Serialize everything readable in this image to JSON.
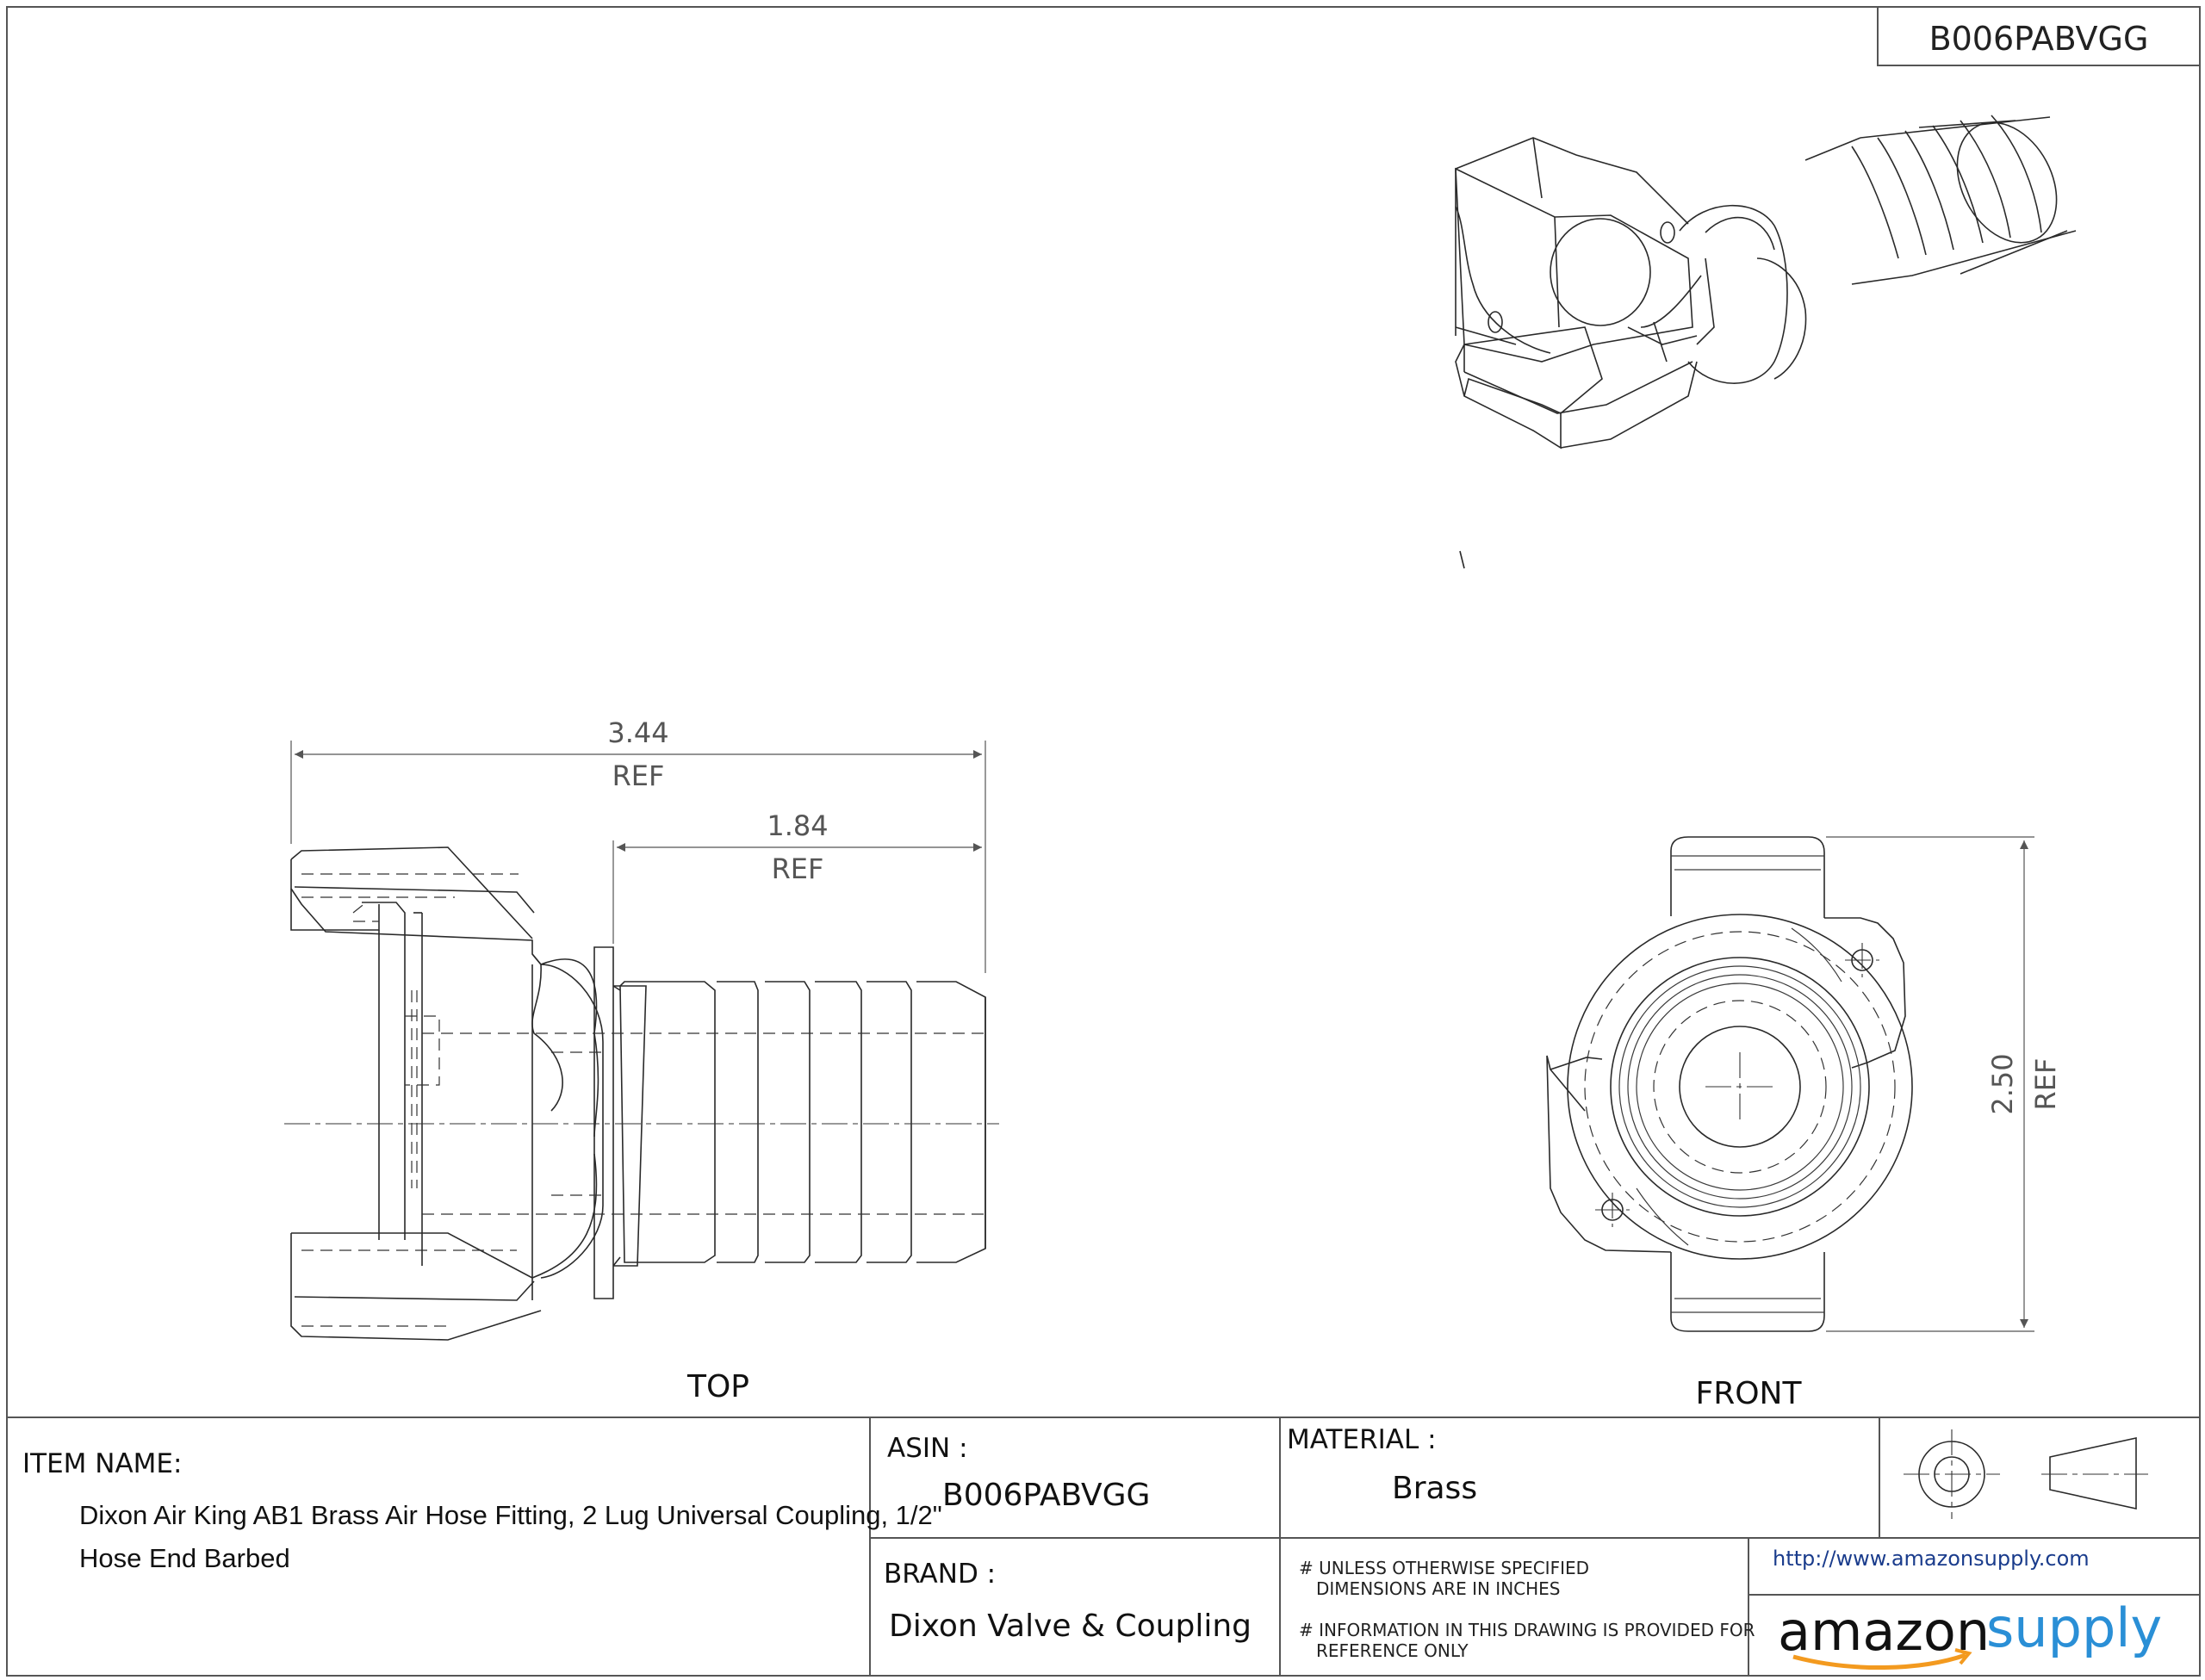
{
  "part_number_box": {
    "text": "B006PABVGG"
  },
  "dimensions": {
    "overall_length": {
      "value": "3.44",
      "note": "REF"
    },
    "hose_end_length": {
      "value": "1.84",
      "note": "REF"
    },
    "overall_height": {
      "value": "2.50",
      "note": "REF"
    }
  },
  "views": {
    "top": "TOP",
    "front": "FRONT"
  },
  "title_block": {
    "item_name_label": "ITEM NAME:",
    "item_name_line1": "Dixon Air King AB1 Brass Air Hose Fitting, 2 Lug Universal Coupling, 1/2\"",
    "item_name_line2": "Hose End Barbed",
    "asin_label": "ASIN :",
    "asin_value": "B006PABVGG",
    "material_label": "MATERIAL :",
    "material_value": "Brass",
    "brand_label": "BRAND :",
    "brand_value": "Dixon Valve & Coupling",
    "note1_line1": "# UNLESS OTHERWISE SPECIFIED",
    "note1_line2": "DIMENSIONS ARE IN INCHES",
    "note2_line1": "# INFORMATION IN THIS DRAWING IS PROVIDED FOR",
    "note2_line2": "REFERENCE ONLY",
    "url": "http://www.amazonsupply.com",
    "logo_part1": "amazon",
    "logo_part2": "supply"
  }
}
